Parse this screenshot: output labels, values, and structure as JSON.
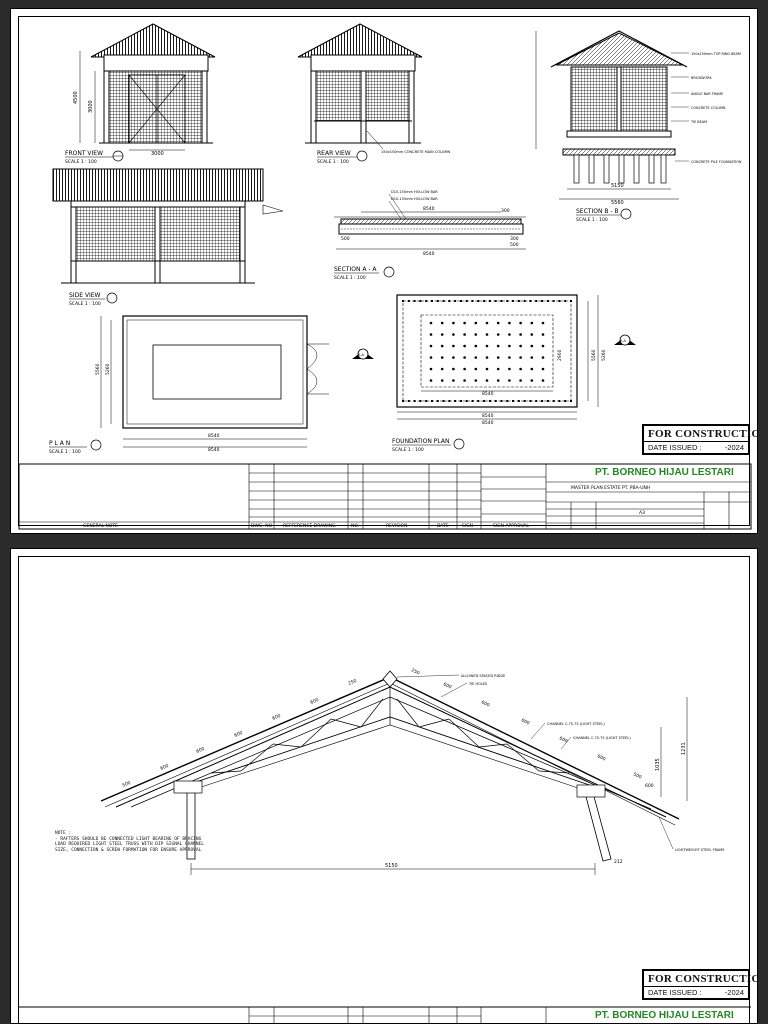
{
  "sheet1": {
    "views": {
      "front": {
        "title": "FRONT VIEW",
        "scale": "SCALE 1 : 100",
        "dim_width": "3000",
        "dim_height_total": "4500",
        "dim_height": "3000"
      },
      "rear": {
        "title": "REAR VIEW",
        "scale": "SCALE 1 : 100",
        "note": "150x150mm CONCRETE MAIN COLUMN"
      },
      "section_b": {
        "title": "SECTION B - B",
        "scale": "SCALE 1 : 100",
        "dim_a": "5150",
        "dim_b": "5560",
        "callouts": [
          "150x150mm TOP RING BEAM",
          "BRICKWORK",
          "ANGLE BAR FRAME",
          "CONCRETE COLUMN",
          "TIE BEAM",
          "CONCRETE PILE FOUNDATION"
        ]
      },
      "side": {
        "title": "SIDE VIEW",
        "scale": "SCALE 1 : 100"
      },
      "section_a": {
        "title": "SECTION A - A",
        "scale": "SCALE 1 : 100",
        "dims": [
          "8540",
          "8540",
          "300",
          "300",
          "500",
          "500"
        ],
        "callouts": [
          "D10-150mm HOLLOW BAR",
          "D10-150mm HOLLOW BAR"
        ]
      },
      "plan": {
        "title": "P L A N",
        "scale": "SCALE 1 : 100",
        "dim_w1": "8540",
        "dim_w2": "8540",
        "dim_h1": "5560",
        "dim_h2": "5260"
      },
      "foundation": {
        "title": "FOUNDATION PLAN",
        "scale": "SCALE 1 : 100",
        "dim_w1": "8540",
        "dim_w2": "8540",
        "dim_w3": "8540",
        "dim_h1": "5560",
        "dim_h2": "5260",
        "dim_inner": "2900"
      },
      "section_marker": "A-A"
    },
    "for_construction": {
      "title": "FOR CONSTRUCTION",
      "date_label": "DATE ISSUED :",
      "date_value": "-2024"
    },
    "title_block": {
      "general_note": "GENERAL NOTE",
      "headers": [
        "DWG. NO",
        "REFFERENCE DRAWING",
        "NO.",
        "REVISION",
        "DATE",
        "SIGN",
        "SIGN APPROVAL"
      ],
      "company": "PT. BORNEO HIJAU LESTARI",
      "project": "MASTER PLAN ESTATE PT. PBA-UNH",
      "paper_size": "A3"
    }
  },
  "sheet2": {
    "truss": {
      "top_dims": [
        "500",
        "600",
        "600",
        "600",
        "600",
        "600",
        "250",
        "250",
        "600",
        "600",
        "600",
        "600",
        "600",
        "500"
      ],
      "callouts": [
        "ALLOWED SPACED RIDGE",
        "TIE HOLES",
        "CHANNEL C.75.75 (LIGHT STEEL)",
        "CHANNEL C.75.75 (LIGHT STEEL)",
        "LIGHTWEIGHT STEEL FRAME"
      ],
      "span": "5150",
      "height_dims": [
        "1035",
        "1231"
      ],
      "small_dims": [
        "212",
        "600"
      ],
      "note_title": "NOTE :",
      "note_lines": [
        "- RAFTERS SHOULD BE CONNECTED LIGHT BEARING OF BRACING",
        "  LOAD REQUIRED LIGHT STEEL TRUSS WITH DIP SIGNAL CHANNEL",
        "  SIZE, CONNECTION & SCREW FORMATION FOR ENSURE APPROVAL"
      ]
    },
    "for_construction": {
      "title": "FOR CONSTRUCTION",
      "date_label": "DATE ISSUED :",
      "date_value": "-2024"
    },
    "title_block": {
      "company": "PT. BORNEO HIJAU LESTARI"
    }
  }
}
